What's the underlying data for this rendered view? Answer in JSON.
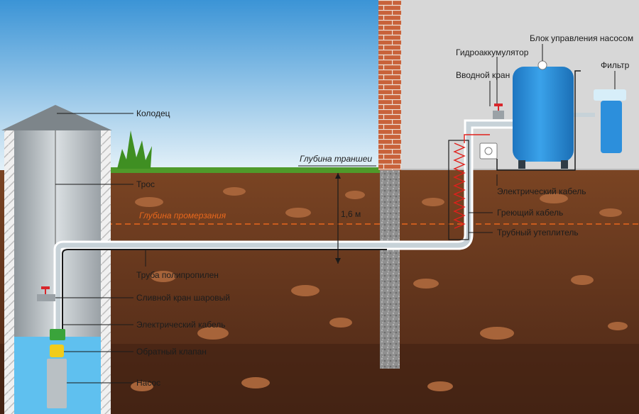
{
  "labels": {
    "well": "Колодец",
    "rope": "Трос",
    "freeze_depth": "Глубина промерзания",
    "trench_depth": "Глубина траншеи",
    "depth_value": "1,6 м",
    "pp_pipe": "Труба полипропилен",
    "ball_valve": "Сливной кран шаровый",
    "cable_well": "Электрический кабель",
    "check_valve": "Обратный клапан",
    "pump": "Насос",
    "pump_control": "Блок управления насосом",
    "accumulator": "Гидроаккумулятор",
    "inlet_valve": "Вводной кран",
    "filter": "Фильтр",
    "cable_house": "Электрический кабель",
    "heating_cable": "Греющий кабель",
    "pipe_insulation": "Трубный утеплитель"
  },
  "colors": {
    "sky_top": "#3b94d6",
    "sky_bottom": "#e4f1f8",
    "soil_top": "#7a4423",
    "soil_bottom": "#4a2616",
    "brick": "#c8623a",
    "house_wall": "#d7d7d7",
    "tank": "#2c8fdc",
    "water": "#5fc0ef",
    "freeze_line": "#e8671c",
    "heating_wire": "#e0201c"
  }
}
